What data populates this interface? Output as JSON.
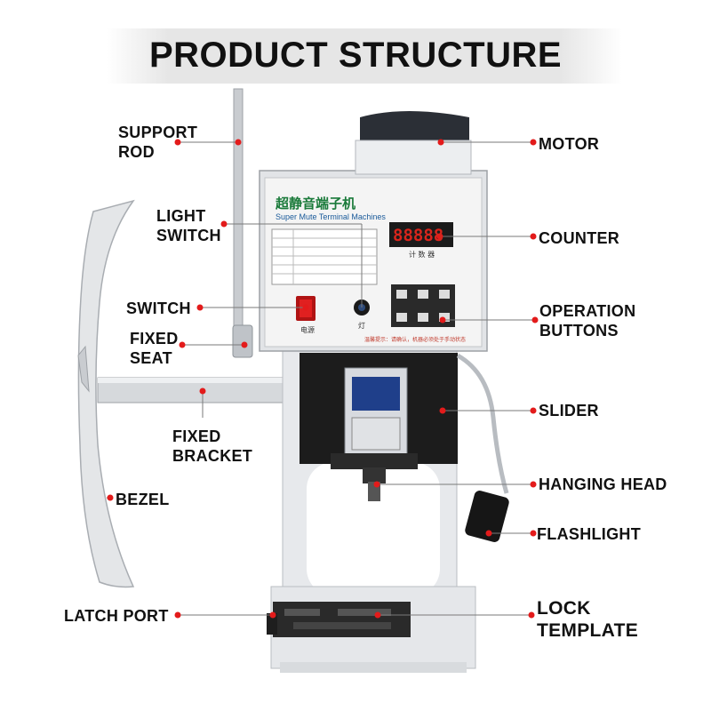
{
  "title": "PRODUCT STRUCTURE",
  "machine": {
    "brand_cn": "超静音端子机",
    "brand_en": "Super Mute Terminal Machines",
    "counter_caption": "计 数 器",
    "counter_display": "88888",
    "switch_caption": "电源",
    "light_caption": "灯",
    "warning_text": "温馨提示：请确认，机器必须处于手动状态"
  },
  "labels": {
    "support_rod": [
      "SUPPORT",
      "ROD"
    ],
    "light_switch": [
      "LIGHT",
      "SWITCH"
    ],
    "switch": "SWITCH",
    "fixed_seat": [
      "FIXED",
      "SEAT"
    ],
    "fixed_bracket": [
      "FIXED",
      "BRACKET"
    ],
    "bezel": "BEZEL",
    "latch_port": "LATCH PORT",
    "motor": "MOTOR",
    "counter": "COUNTER",
    "operation_buttons": [
      "OPERATION",
      "BUTTONS"
    ],
    "slider": "SLIDER",
    "hanging_head": "HANGING HEAD",
    "flashlight": "FLASHLIGHT",
    "lock_template": [
      "LOCK",
      "TEMPLATE"
    ]
  },
  "colors": {
    "dot": "#e31b1b",
    "leader": "#7a7a7a",
    "machine_body": "#e9ebee",
    "panel": "#f3f3f3",
    "slider_block": "#1c1c1c",
    "counter_digits": "#d9251c",
    "power_switch": "#e02020"
  }
}
